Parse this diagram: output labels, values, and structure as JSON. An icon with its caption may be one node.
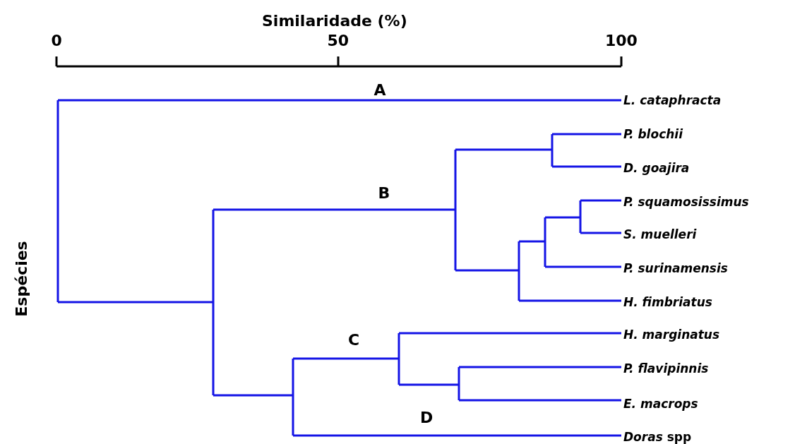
{
  "diagram": {
    "labels": [
      "Similaridade (%)",
      "0",
      "50",
      "100",
      "A",
      "L. cataphracta",
      "P. blochii",
      "D. goajira",
      "B",
      "P. squamosissimus",
      "S. muelleri",
      "P. surinamensis",
      "Espécies",
      "H. fimbriatus",
      "H. marginatus",
      "C",
      "P. flavipinnis",
      "E. macrops",
      "D",
      "*Doras* spp"
    ]
  }
}
